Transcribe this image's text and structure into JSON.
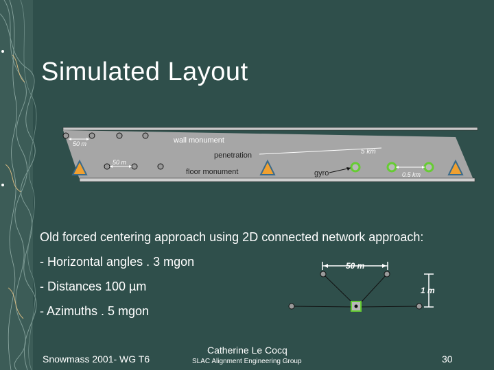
{
  "slide": {
    "title": "Simulated Layout",
    "approach_line": "Old forced centering approach using 2D connected network approach:",
    "bullets": [
      "- Horizontal angles . 3 mgon",
      "- Distances 100 µm",
      "- Azimuths . 5 mgon"
    ]
  },
  "layout_diagram": {
    "labels": {
      "wall_monument": "wall monument",
      "penetration": "penetration",
      "floor_monument": "floor monument",
      "gyro": "gyro",
      "spacing_50m_a": "50 m",
      "spacing_50m_b": "50 m",
      "spacing_5km": "5 km",
      "spacing_05km": "0.5 km"
    }
  },
  "network_diagram": {
    "labels": {
      "width": "50 m",
      "height": "1 m"
    }
  },
  "footer": {
    "left": "Snowmass 2001- WG T6",
    "author": "Catherine Le Cocq",
    "group": "SLAC  Alignment Engineering Group",
    "page": "30"
  },
  "colors": {
    "background": "#2f4f4b",
    "tunnel": "#a6a6a6",
    "triangle_fill": "#f0a030",
    "green_marker": "#66cc33"
  }
}
